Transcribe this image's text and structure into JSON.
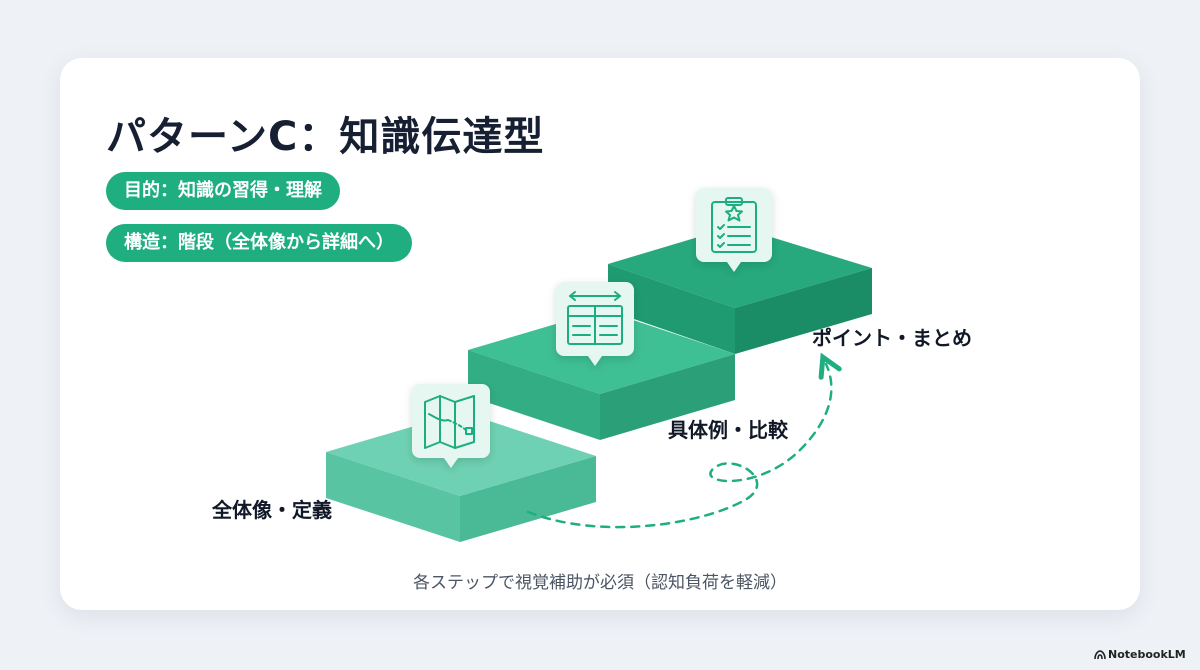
{
  "title": "パターンC：知識伝達型",
  "tags": {
    "purpose": "目的：知識の習得・理解",
    "structure": "構造：階段（全体像から詳細へ）"
  },
  "steps": [
    {
      "label": "全体像・定義",
      "icon": "map-icon"
    },
    {
      "label": "具体例・比較",
      "icon": "compare-table-icon"
    },
    {
      "label": "ポイント・まとめ",
      "icon": "checklist-star-icon"
    }
  ],
  "footer": "各ステップで視覚補助が必須（認知負荷を軽減）",
  "brand": "NotebookLM",
  "colors": {
    "accent": "#1fae80",
    "step1_top": "#6fd1b3",
    "step2_top": "#3fbf94",
    "step3_top": "#27a97d",
    "dashed_arrow": "#1fae80",
    "title": "#172033"
  }
}
